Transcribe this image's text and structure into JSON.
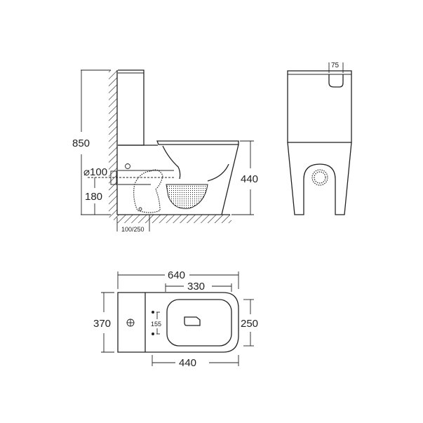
{
  "side_view": {
    "total_height": "850",
    "pipe_diameter": "⌀100",
    "pipe_height": "180",
    "rough_in": "100/250",
    "seat_height": "440"
  },
  "front_view": {
    "button_width": "75"
  },
  "top_view": {
    "overall_length": "640",
    "bowl_length": "330",
    "tank_depth": "370",
    "bowl_width": "250",
    "mount_spacing": "155",
    "floor_length": "440"
  },
  "colors": {
    "line": "#222222",
    "background": "#ffffff"
  }
}
